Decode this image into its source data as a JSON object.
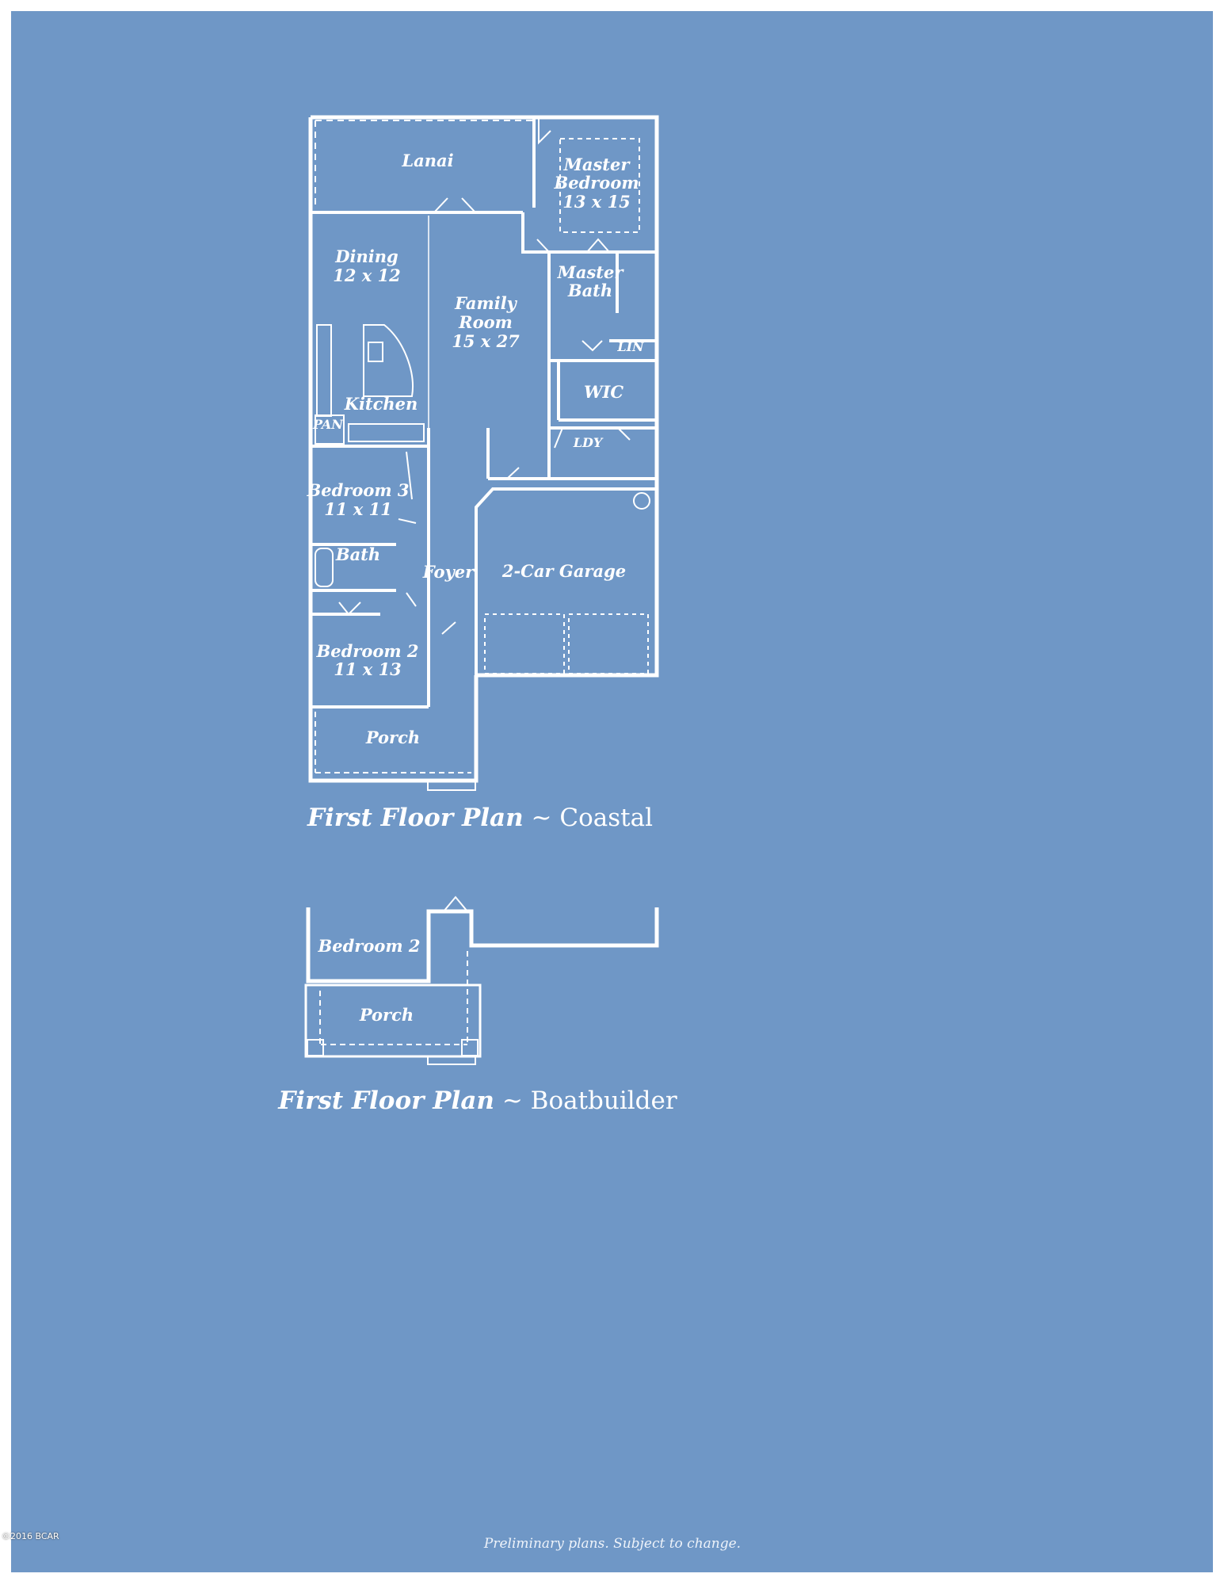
{
  "coastal_plan": {
    "rooms": {
      "lanai": "Lanai",
      "master_bedroom_line1": "Master",
      "master_bedroom_line2": "Bedroom",
      "master_bedroom_size": "13 x 15",
      "dining": "Dining",
      "dining_size": "12 x 12",
      "family_room_line1": "Family",
      "family_room_line2": "Room",
      "family_room_size": "15 x 27",
      "master_bath_line1": "Master",
      "master_bath_line2": "Bath",
      "lin": "LIN",
      "wic": "WIC",
      "kitchen": "Kitchen",
      "pan": "PAN",
      "ldy": "LDY",
      "bedroom3": "Bedroom 3",
      "bedroom3_size": "11 x 11",
      "bath": "Bath",
      "foyer": "Foyer",
      "garage": "2-Car Garage",
      "bedroom2": "Bedroom 2",
      "bedroom2_size": "11 x 13",
      "porch": "Porch"
    },
    "caption_name": "First Floor Plan",
    "caption_style": "~ Coastal"
  },
  "boatbuilder_plan": {
    "rooms": {
      "bedroom2": "Bedroom 2",
      "porch": "Porch"
    },
    "caption_name": "First Floor Plan",
    "caption_style": "~ Boatbuilder"
  },
  "footnote": "Preliminary plans. Subject to change.",
  "copyright": "©2016 BCAR",
  "colors": {
    "paper": "#6f97c6",
    "lines": "#ffffff"
  }
}
